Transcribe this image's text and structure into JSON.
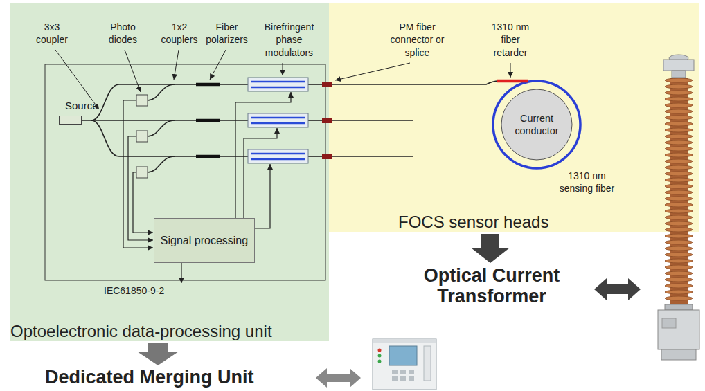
{
  "diagram": {
    "nodes": [
      {
        "text": [
          "Optoelectronic data-processing unit"
        ]
      },
      {
        "text": [
          "Source"
        ],
        "in": 0
      },
      {
        "text": [
          "Signal processing"
        ],
        "in": 0
      },
      {
        "text": [
          "FOCS sensor heads"
        ]
      },
      {
        "text": [
          "Current conductor"
        ],
        "in": 3
      }
    ],
    "labels": [
      "3x3 coupler",
      "Photo diodes",
      "1x2 couplers",
      "Fiber polarizers",
      "Birefringent phase modulators",
      "PM fiber connector or splice",
      "1310 nm fiber retarder",
      "1310 nm sensing fiber",
      "IEC61850-9-2",
      "Optical Current Transformer",
      "Dedicated Merging Unit"
    ]
  }
}
